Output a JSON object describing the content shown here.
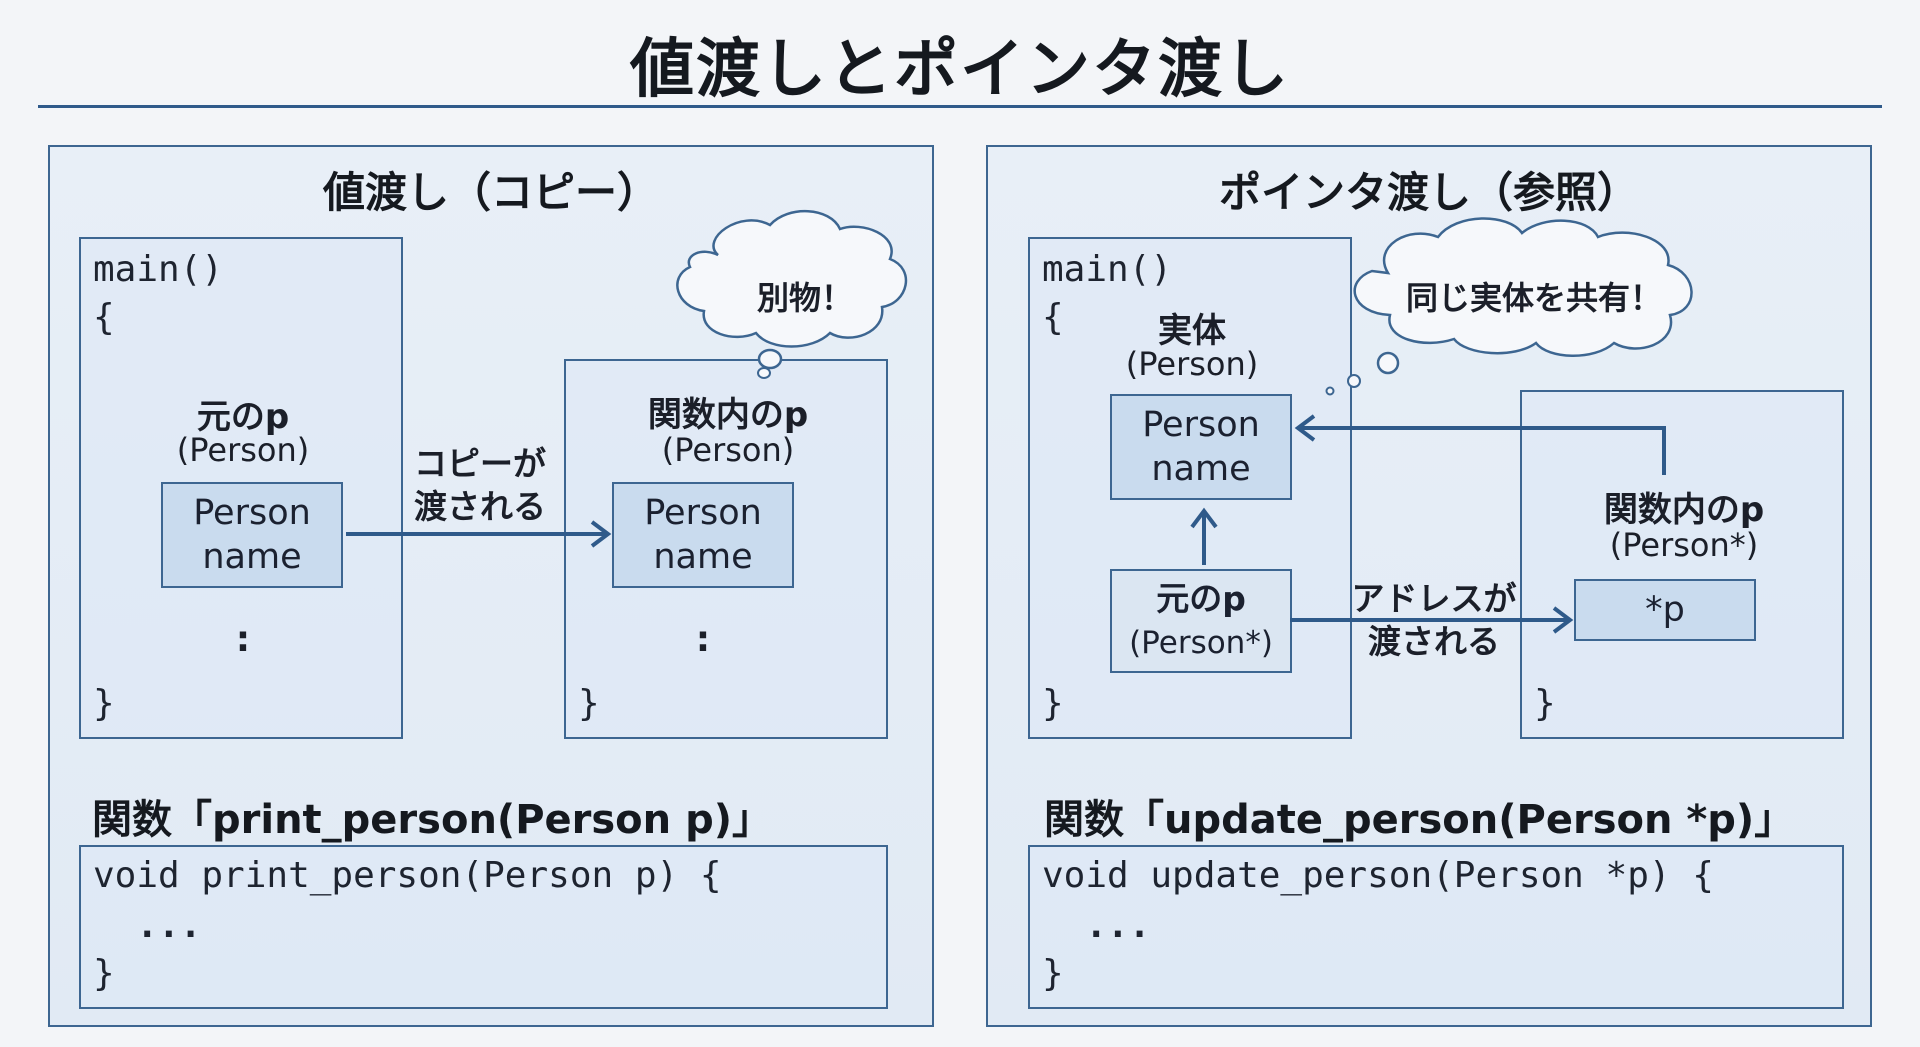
{
  "title": "値渡しとポインタ渡し",
  "left": {
    "heading": "値渡し（コピー）",
    "main_open": "main()",
    "brace_open": "{",
    "brace_close": "}",
    "orig_label": "元のp",
    "orig_type": "(Person)",
    "orig_struct_line1": "Person",
    "orig_struct_line2": "name",
    "ellipsis": ":",
    "arrow_label_line1": "コピーが",
    "arrow_label_line2": "渡される",
    "func_label": "関数内のp",
    "func_type": "(Person)",
    "func_struct_line1": "Person",
    "func_struct_line2": "name",
    "func_ellipsis": ":",
    "func_brace_close": "}",
    "cloud": "別物！",
    "func_heading": "関数「print_person(Person p)」",
    "code_line1": "void print_person(Person p) {",
    "code_line2": "  ...",
    "code_line3": "}"
  },
  "right": {
    "heading": "ポインタ渡し（参照）",
    "main_open": "main()",
    "brace_open": "{",
    "brace_close": "}",
    "entity_label": "実体",
    "entity_type": "(Person)",
    "entity_struct_line1": "Person",
    "entity_struct_line2": "name",
    "orig_label": "元のp",
    "orig_type": "(Person*)",
    "arrow_label_line1": "アドレスが",
    "arrow_label_line2": "渡される",
    "func_label": "関数内のp",
    "func_type": "(Person*)",
    "func_ptr": "*p",
    "func_brace_close": "}",
    "cloud": "同じ実体を共有！",
    "func_heading": "関数「update_person(Person *p)」",
    "code_line1": "void update_person(Person *p) {",
    "code_line2": "  ...",
    "code_line3": "}"
  },
  "colors": {
    "border": "#3d6691",
    "arrow": "#2f5a8a",
    "struct_fill": "#c9dbee",
    "panel_fill": "#e5edf6"
  }
}
